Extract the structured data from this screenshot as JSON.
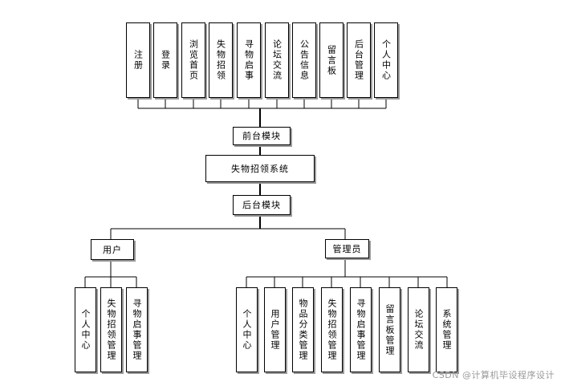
{
  "front_modules": [
    "注册",
    "登录",
    "浏览首页",
    "失物招领",
    "寻物启事",
    "论坛交流",
    "公告信息",
    "留言板",
    "后台管理",
    "个人中心"
  ],
  "front_label": "前台模块",
  "system_label": "失物招领系统",
  "back_label": "后台模块",
  "user_label": "用户",
  "user_modules": [
    "个人中心",
    "失物招领管理",
    "寻物启事管理"
  ],
  "admin_label": "管理员",
  "admin_modules": [
    "个人中心",
    "用户管理",
    "物品分类管理",
    "失物招领管理",
    "寻物启事管理",
    "留言板管理",
    "论坛交流",
    "系统管理"
  ],
  "watermark": "CSDN @计算机毕设程序设计"
}
